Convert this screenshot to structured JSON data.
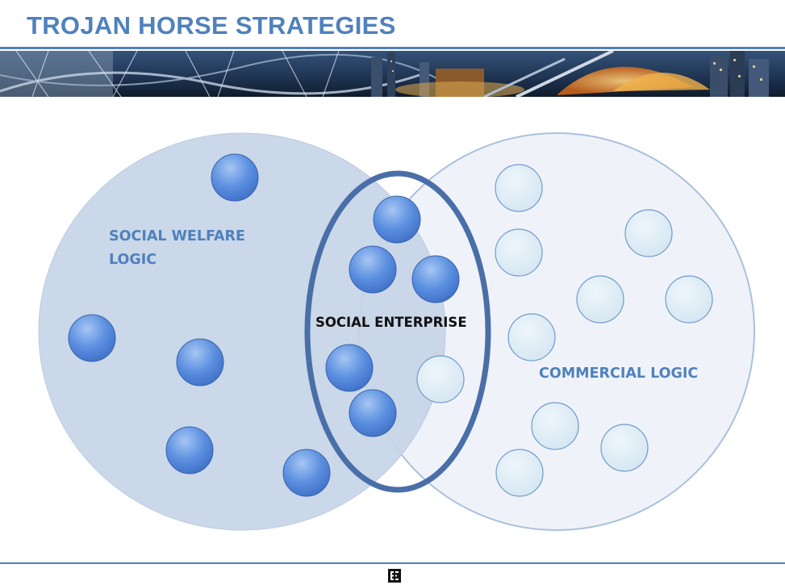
{
  "header": {
    "title": "TROJAN HORSE STRATEGIES",
    "banner_image": "city-skyline-banner"
  },
  "diagram": {
    "left_set_label_line1": "SOCIAL WELFARE",
    "left_set_label_line2": "LOGIC",
    "right_set_label": "COMMERCIAL LOGIC",
    "overlap_label": "SOCIAL ENTERPRISE",
    "colors": {
      "left_set_fill": "#c5d4e7",
      "right_set_fill": "#eff3f9",
      "right_set_stroke": "#a9c1dd",
      "overlap_ring": "#4a6fa8",
      "dark_node": "#4a7fd1",
      "light_node": "#d9e9f3",
      "label_blue": "#4f81bd"
    }
  },
  "footer": {
    "logo": "publisher-logo-icon"
  }
}
